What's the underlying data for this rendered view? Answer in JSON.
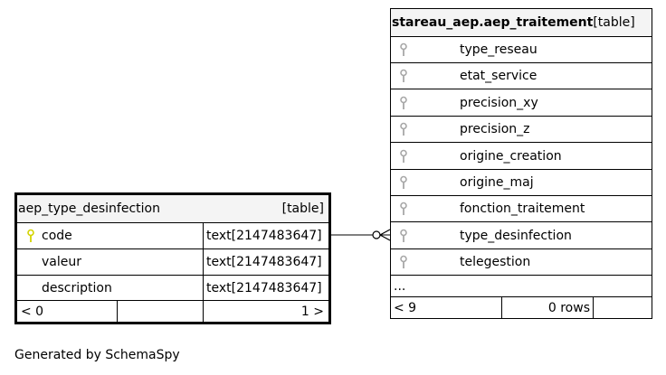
{
  "parent_table": {
    "name": "aep_type_desinfection",
    "tag": "[table]",
    "columns": [
      {
        "name": "code",
        "type": "text[2147483647]",
        "key": "primary"
      },
      {
        "name": "valeur",
        "type": "text[2147483647]",
        "key": ""
      },
      {
        "name": "description",
        "type": "text[2147483647]",
        "key": ""
      }
    ],
    "footer": {
      "parents": "< 0",
      "children": "1 >"
    }
  },
  "child_table": {
    "name": "stareau_aep.aep_traitement",
    "tag": "[table]",
    "columns": [
      {
        "name": "type_reseau",
        "key": "foreign"
      },
      {
        "name": "etat_service",
        "key": "foreign"
      },
      {
        "name": "precision_xy",
        "key": "foreign"
      },
      {
        "name": "precision_z",
        "key": "foreign"
      },
      {
        "name": "origine_creation",
        "key": "foreign"
      },
      {
        "name": "origine_maj",
        "key": "foreign"
      },
      {
        "name": "fonction_traitement",
        "key": "foreign"
      },
      {
        "name": "type_desinfection",
        "key": "foreign"
      },
      {
        "name": "telegestion",
        "key": "foreign"
      }
    ],
    "ellipsis": "...",
    "footer": {
      "parents": "< 9",
      "rows": "0 rows"
    }
  },
  "generated_by": "Generated by SchemaSpy",
  "colors": {
    "primary_key": "#d4d400",
    "foreign_key": "#a8a8a8",
    "header_bg": "#f4f4f4"
  }
}
